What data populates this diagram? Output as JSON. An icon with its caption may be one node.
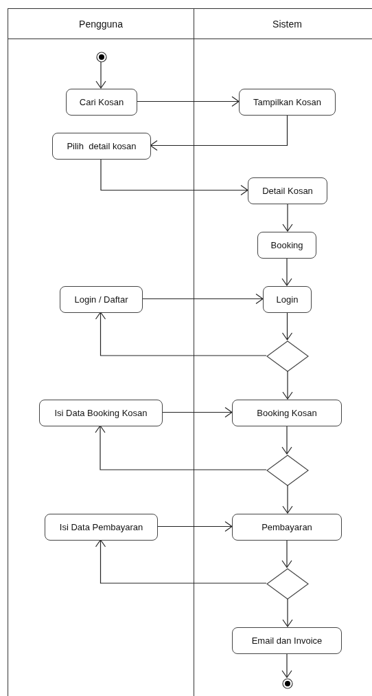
{
  "diagram": {
    "nodes": [
      {
        "text": [
          "Pengguna"
        ]
      },
      {
        "text": [
          "Sistem"
        ]
      },
      {
        "text": [],
        "shape": "circle",
        "in": 0
      },
      {
        "text": [
          "Cari Kosan"
        ],
        "in": 0
      },
      {
        "text": [
          "Tampilkan Kosan"
        ],
        "in": 1
      },
      {
        "text": [
          "Pilih  detail kosan"
        ],
        "in": 0
      },
      {
        "text": [
          "Detail Kosan"
        ],
        "in": 1
      },
      {
        "text": [
          "Booking"
        ],
        "in": 1
      },
      {
        "text": [
          "Login / Daftar"
        ],
        "in": 0
      },
      {
        "text": [
          "Login"
        ],
        "in": 1
      },
      {
        "text": [],
        "shape": "diamond",
        "in": 1
      },
      {
        "text": [
          "Isi Data Booking Kosan"
        ],
        "in": 0
      },
      {
        "text": [
          "Booking Kosan"
        ],
        "in": 1
      },
      {
        "text": [],
        "shape": "diamond",
        "in": 1
      },
      {
        "text": [
          "Isi Data Pembayaran"
        ],
        "in": 0
      },
      {
        "text": [
          "Pembayaran"
        ],
        "in": 1
      },
      {
        "text": [],
        "shape": "diamond",
        "in": 1
      },
      {
        "text": [
          "Email dan Invoice"
        ],
        "in": 1
      },
      {
        "text": [],
        "shape": "circle",
        "in": 1
      }
    ],
    "edges": [
      {
        "from": 2,
        "to": 3,
        "arrow": "to"
      },
      {
        "from": 3,
        "to": 4,
        "arrow": "to"
      },
      {
        "from": 4,
        "to": 5,
        "arrow": "to"
      },
      {
        "from": 5,
        "to": 6,
        "arrow": "to"
      },
      {
        "from": 6,
        "to": 7,
        "arrow": "to"
      },
      {
        "from": 7,
        "to": 9,
        "arrow": "to"
      },
      {
        "from": 8,
        "to": 9,
        "arrow": "to"
      },
      {
        "from": 9,
        "to": 10,
        "arrow": "to"
      },
      {
        "from": 10,
        "to": 8,
        "arrow": "to"
      },
      {
        "from": 10,
        "to": 12,
        "arrow": "to"
      },
      {
        "from": 11,
        "to": 12,
        "arrow": "to"
      },
      {
        "from": 12,
        "to": 13,
        "arrow": "to"
      },
      {
        "from": 13,
        "to": 11,
        "arrow": "to"
      },
      {
        "from": 13,
        "to": 15,
        "arrow": "to"
      },
      {
        "from": 14,
        "to": 15,
        "arrow": "to"
      },
      {
        "from": 15,
        "to": 16,
        "arrow": "to"
      },
      {
        "from": 16,
        "to": 14,
        "arrow": "to"
      },
      {
        "from": 16,
        "to": 17,
        "arrow": "to"
      },
      {
        "from": 17,
        "to": 18,
        "arrow": "to"
      }
    ]
  }
}
